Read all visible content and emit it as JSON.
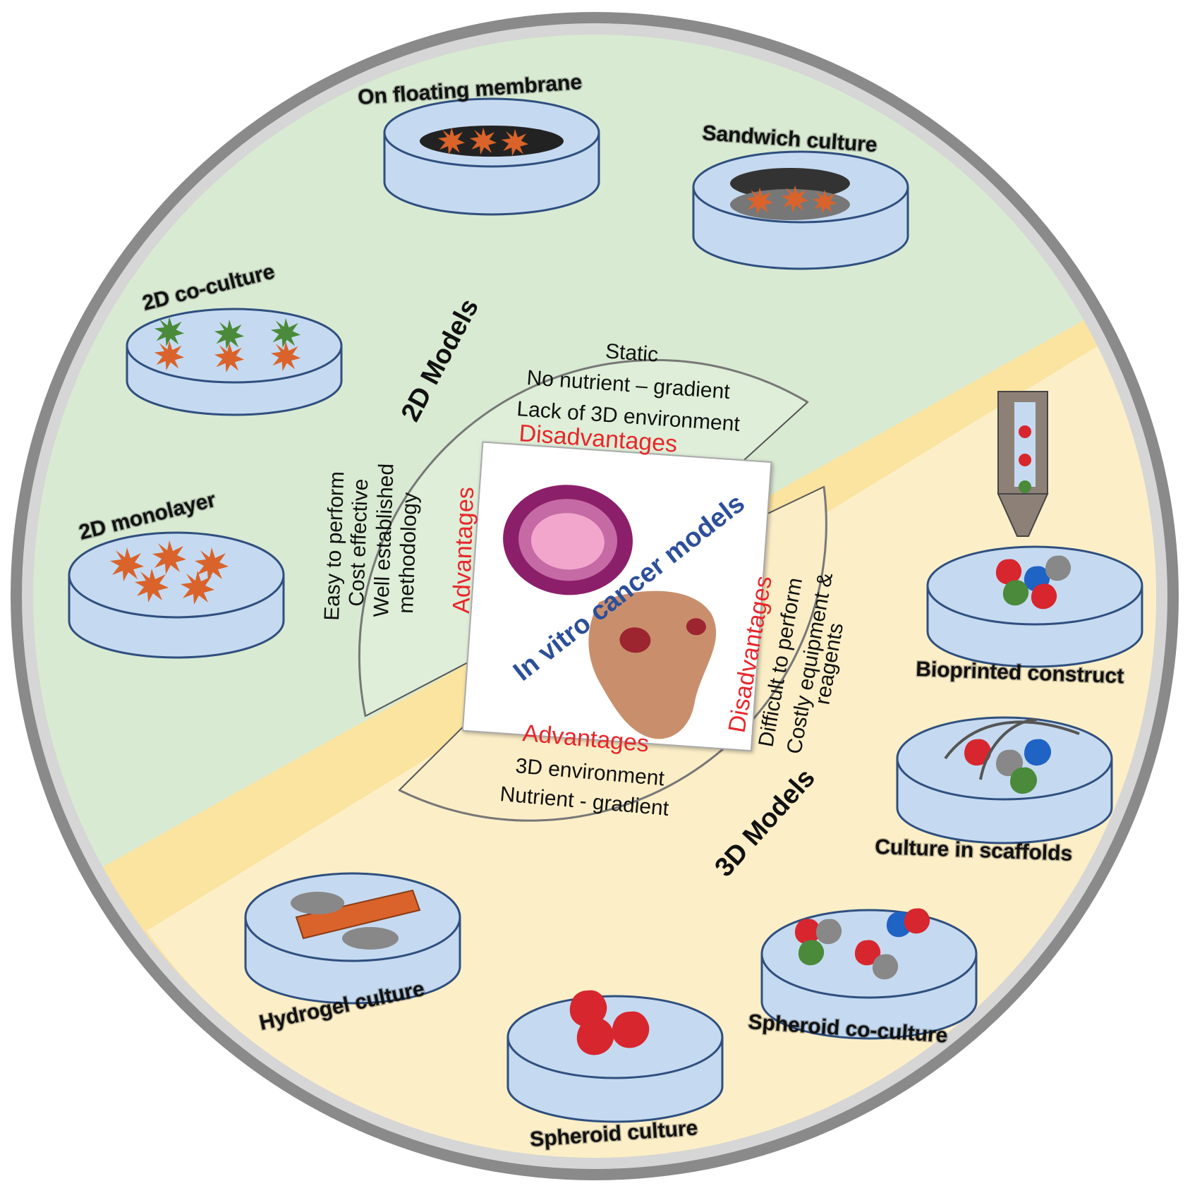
{
  "center": {
    "title": "In vitro cancer models"
  },
  "models_2d": {
    "heading": "2D Models",
    "disadvantages_label": "Disadvantages",
    "disadvantages": [
      "Static",
      "No nutrient – gradient",
      "Lack of 3D environment"
    ],
    "advantages_label": "Advantages",
    "advantages": [
      "Easy to perform",
      "Cost effective",
      "Well established",
      "methodology"
    ]
  },
  "models_3d": {
    "heading": "3D Models",
    "advantages_label": "Advantages",
    "advantages": [
      "3D environment",
      "Nutrient - gradient"
    ],
    "disadvantages_label": "Disadvantages",
    "disadvantages": [
      "Difficult to perform",
      "Costly equipment &",
      "reagents"
    ]
  },
  "culture_labels": {
    "floating": "On floating membrane",
    "sandwich": "Sandwich culture",
    "coculture_2d": "2D co-culture",
    "monolayer": "2D monolayer",
    "bioprinted": "Bioprinted construct",
    "scaffolds": "Culture in scaffolds",
    "hydrogel": "Hydrogel culture",
    "spheroid": "Spheroid culture",
    "spheroid_co": "Spheroid co-culture"
  },
  "colors": {
    "green_bg": "#d9ead3",
    "green_border": "#b7d9a8",
    "yellow_bg": "#fcefc8",
    "yellow_border": "#fbe3a0",
    "dish": "#c5daf0",
    "dish_stroke": "#2f4f7f",
    "orange_cell": "#d9632b",
    "green_cell": "#4a8a3a",
    "red_cell": "#d8262e",
    "title_blue": "#2c4f9a",
    "red_text": "#e8262a"
  }
}
